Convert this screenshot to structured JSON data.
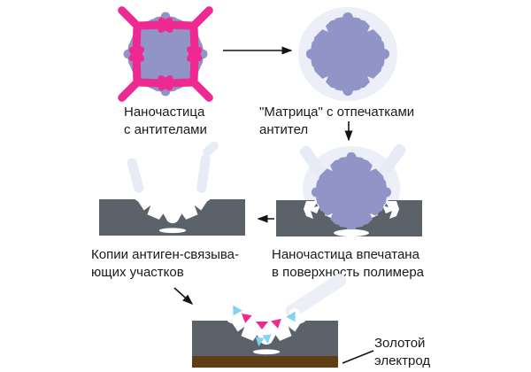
{
  "diagram": {
    "step1": {
      "line1": "Наночастица",
      "line2": "с антителами"
    },
    "step2": {
      "line1": "\"Матрица\" с отпечатками",
      "line2": "антител"
    },
    "step3": {
      "line1": "Наночастица впечатана",
      "line2": "в поверхность полимера"
    },
    "step4": {
      "line1": "Копии антиген-связыва-",
      "line2": "ющих участков"
    },
    "step5": {
      "line1": "Золотой",
      "line2": "электрод"
    }
  },
  "colors": {
    "particle": "#9094c7",
    "antibody": "#ee2a92",
    "polymer": "#5b6269",
    "gold": "#5e3e12",
    "halo": "#eceef8",
    "ghost": "#e7ebf6",
    "cyan": "#7fd4f0",
    "text": "#1a1a1a",
    "arrow": "#141414",
    "background": "#ffffff"
  }
}
